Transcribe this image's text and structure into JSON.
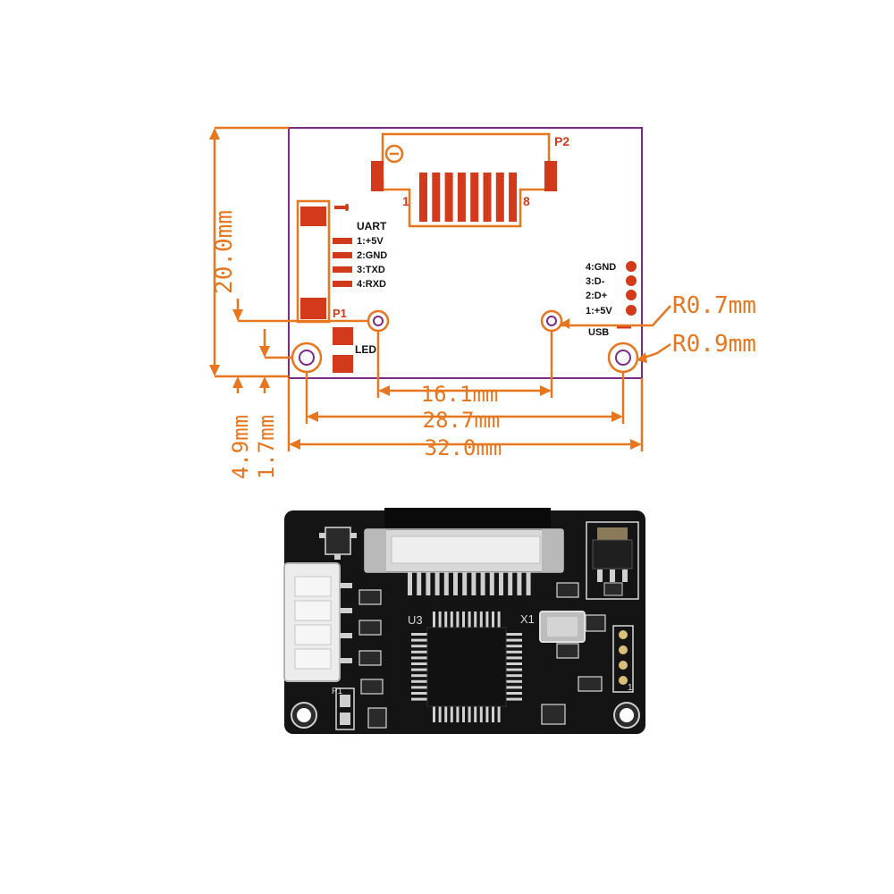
{
  "colors": {
    "dimension": "#e8761e",
    "board_outline": "#7b2a86",
    "copper_pad": "#d33a1c",
    "pcb": "#141414"
  },
  "drawing": {
    "connector_p2": {
      "designator": "P2",
      "pin_first": "1",
      "pin_last": "8",
      "pin_count": 8
    },
    "connector_p1": {
      "designator": "P1",
      "title": "UART",
      "pins": [
        "1:+5V",
        "2:GND",
        "3:TXD",
        "4:RXD"
      ]
    },
    "led": {
      "label": "LED"
    },
    "usb": {
      "title": "USB",
      "pins": [
        "4:GND",
        "3:D-",
        "2:D+",
        "1:+5V"
      ]
    },
    "dimensions": {
      "height": "20.0mm",
      "width_total": "32.0mm",
      "hole_spacing_outer": "28.7mm",
      "hole_spacing_inner": "16.1mm",
      "offset_inner_hole": "4.9mm",
      "offset_outer_hole": "1.7mm",
      "radius_small_hole": "R0.7mm",
      "radius_large_hole": "R0.9mm"
    }
  },
  "photo": {
    "silkscreen": {
      "chip": "U3",
      "crystal": "X1",
      "connector": "P1",
      "pin_mark": "1"
    }
  }
}
